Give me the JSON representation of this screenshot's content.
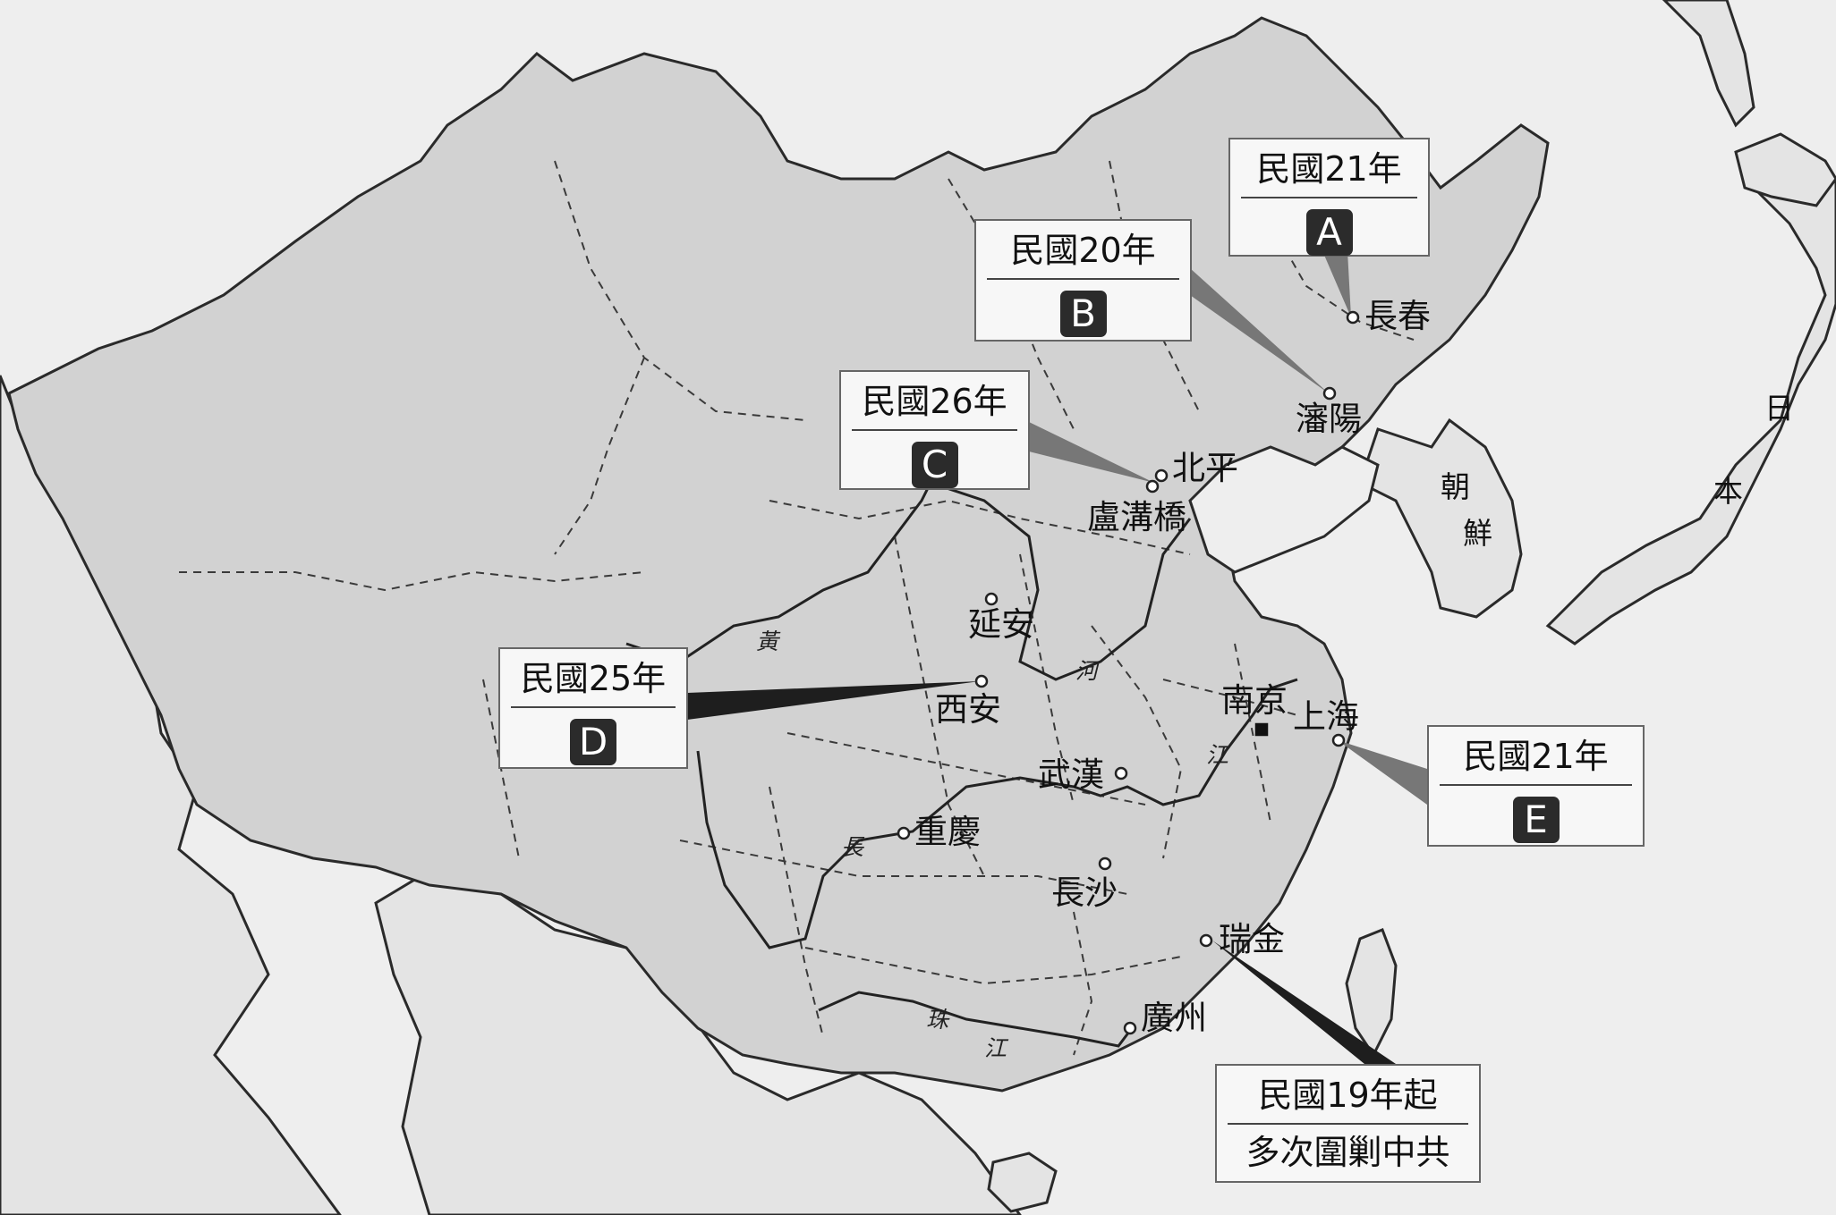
{
  "cities": [
    {
      "name": "長春"
    },
    {
      "name": "瀋陽"
    },
    {
      "name": "北平"
    },
    {
      "name": "盧溝橋"
    },
    {
      "name": "延安"
    },
    {
      "name": "西安"
    },
    {
      "name": "南京"
    },
    {
      "name": "上海"
    },
    {
      "name": "武漢"
    },
    {
      "name": "重慶"
    },
    {
      "name": "長沙"
    },
    {
      "name": "瑞金"
    },
    {
      "name": "廣州"
    }
  ],
  "rivers": {
    "yellow": [
      "黃",
      "河"
    ],
    "yangtze": [
      "長",
      "江"
    ],
    "pearl": [
      "珠",
      "江"
    ]
  },
  "countries": {
    "korea": [
      "朝",
      "鮮"
    ],
    "japan": [
      "日",
      "本"
    ]
  },
  "callouts": [
    {
      "id": "A",
      "year": "民國21年",
      "letter": "A"
    },
    {
      "id": "B",
      "year": "民國20年",
      "letter": "B"
    },
    {
      "id": "C",
      "year": "民國26年",
      "letter": "C"
    },
    {
      "id": "D",
      "year": "民國25年",
      "letter": "D"
    },
    {
      "id": "E",
      "year": "民國21年",
      "letter": "E"
    },
    {
      "id": "F",
      "year": "民國19年起",
      "note": "多次圍剿中共"
    }
  ],
  "colors": {
    "sea": "#eeeeee",
    "china_land": "#d2d2d2",
    "foreign_land": "#e4e4e4",
    "border": "#2a2a2a",
    "badge": "#2b2b2b",
    "pointer_dark": "#1e1e1e",
    "pointer_gray": "#777777"
  }
}
